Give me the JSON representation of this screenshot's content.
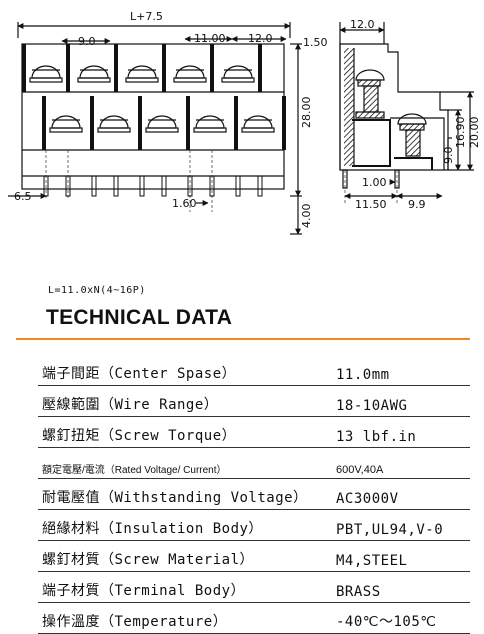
{
  "dimensions": {
    "total_length": "L+7.5",
    "pitch_top": "9.0",
    "pitch_11": "11.00",
    "pitch_12": "12.0",
    "offset_150": "1.50",
    "height_28": "28.00",
    "left_65": "6.5",
    "pin_160": "1.60",
    "pin_400": "4.00",
    "side_width_12": "12.0",
    "side_1690": "16.90",
    "side_2000": "20.00",
    "side_90": "9.0",
    "side_100": "1.00",
    "side_1150": "11.50",
    "side_99": "9.9"
  },
  "formula": "L=11.0xN(4~16P)",
  "heading": "TECHNICAL DATA",
  "accent_color": "#f08a1e",
  "specs": [
    {
      "label": "端子間距（Center Spase）",
      "value": "11.0mm"
    },
    {
      "label": "壓線範圍（Wire Range）",
      "value": "18-10AWG"
    },
    {
      "label": "螺釘扭矩（Screw Torque）",
      "value": "13 lbf.in"
    },
    {
      "label": "額定電壓/電流（Rated Voltage/ Current）",
      "value": "600V,40A",
      "small": true
    },
    {
      "label": "耐電壓值（Withstanding Voltage）",
      "value": "AC3000V"
    },
    {
      "label": "絕緣材料（Insulation Body）",
      "value": "PBT,UL94,V-0"
    },
    {
      "label": "螺釘材質（Screw Material）",
      "value": "M4,STEEL"
    },
    {
      "label": "端子材質（Terminal Body）",
      "value": "BRASS"
    },
    {
      "label": "操作溫度（Temperature）",
      "value": "-40℃～105℃"
    }
  ]
}
